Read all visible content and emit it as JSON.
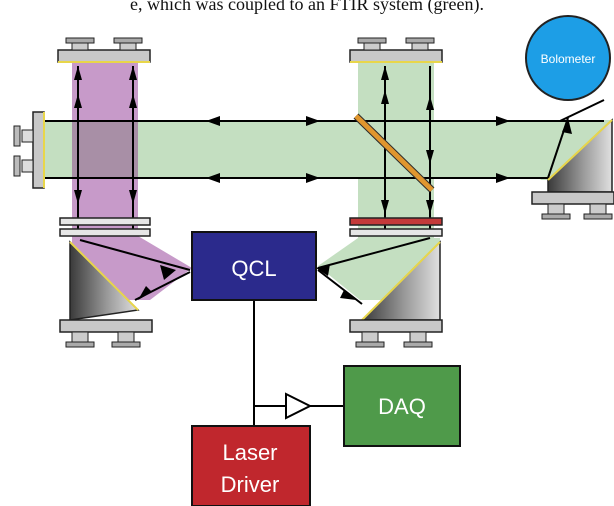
{
  "caption": "e, which was coupled to an FTIR system (green).",
  "labels": {
    "qcl": "QCL",
    "daq": "DAQ",
    "laser_driver_line1": "Laser",
    "laser_driver_line2": "Driver",
    "bolometer": "Bolometer"
  },
  "colors": {
    "ftir_beam": "#c4dfc1",
    "qcl_beam": "#c79ac9",
    "qcl_box": "#2b2a8c",
    "daq_box": "#4f9a4a",
    "laser_driver_box": "#c0272d",
    "bolometer": "#1d9ee6",
    "beamsplitter": "#e0962e",
    "window": "#c43a3a"
  }
}
